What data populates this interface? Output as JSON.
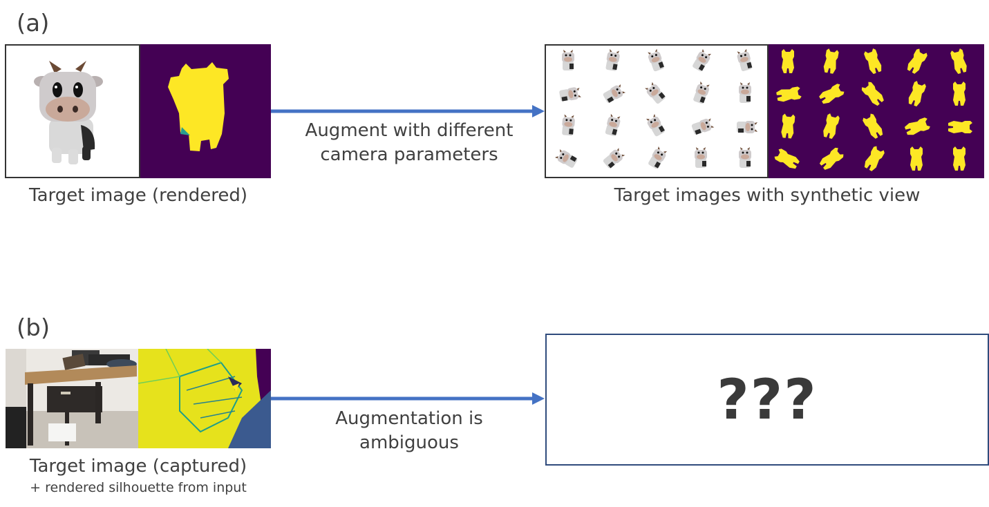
{
  "panel_a": {
    "label": "(a)",
    "target_caption": "Target image (rendered)",
    "arrow_text_line1": "Augment with different",
    "arrow_text_line2": "camera parameters",
    "synthetic_caption": "Target images with synthetic view"
  },
  "panel_b": {
    "label": "(b)",
    "target_caption": "Target image (captured)",
    "target_subcaption": "+ rendered silhouette from input",
    "arrow_text_line1": "Augmentation is",
    "arrow_text_line2": "ambiguous",
    "unknown_result": "???"
  },
  "colors": {
    "arrow": "#4472c4",
    "mask_background": "#440154",
    "mask_foreground": "#fde725",
    "box_border": "#2f4b7c"
  }
}
